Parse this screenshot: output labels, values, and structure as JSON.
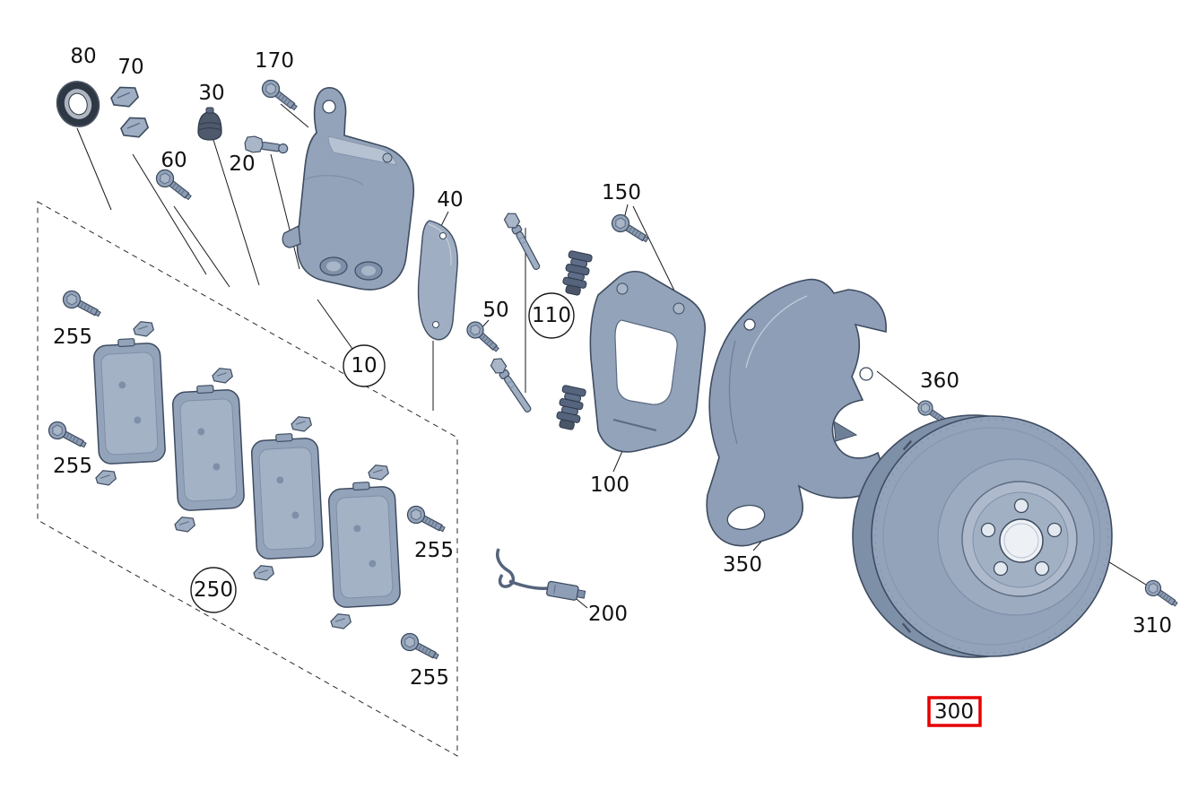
{
  "colors": {
    "part_fill": "#93a3ba",
    "part_fill_light": "#aebacb",
    "part_fill_dark": "#55637c",
    "part_outline": "#3e4c60",
    "leader_line": "#1a1a1a",
    "highlight_red": "#e60000"
  },
  "labels": [
    {
      "id": "80",
      "text": "80",
      "style": "plain"
    },
    {
      "id": "70",
      "text": "70",
      "style": "plain"
    },
    {
      "id": "30",
      "text": "30",
      "style": "plain"
    },
    {
      "id": "170",
      "text": "170",
      "style": "plain"
    },
    {
      "id": "60",
      "text": "60",
      "style": "plain"
    },
    {
      "id": "20",
      "text": "20",
      "style": "plain"
    },
    {
      "id": "40",
      "text": "40",
      "style": "plain"
    },
    {
      "id": "10",
      "text": "10",
      "style": "circled"
    },
    {
      "id": "50",
      "text": "50",
      "style": "plain"
    },
    {
      "id": "110",
      "text": "110",
      "style": "circled"
    },
    {
      "id": "150",
      "text": "150",
      "style": "plain"
    },
    {
      "id": "100",
      "text": "100",
      "style": "plain"
    },
    {
      "id": "255a",
      "text": "255",
      "style": "plain"
    },
    {
      "id": "255b",
      "text": "255",
      "style": "plain"
    },
    {
      "id": "255c",
      "text": "255",
      "style": "plain"
    },
    {
      "id": "255d",
      "text": "255",
      "style": "plain"
    },
    {
      "id": "250",
      "text": "250",
      "style": "circled"
    },
    {
      "id": "200",
      "text": "200",
      "style": "plain"
    },
    {
      "id": "350",
      "text": "350",
      "style": "plain"
    },
    {
      "id": "360",
      "text": "360",
      "style": "plain"
    },
    {
      "id": "310",
      "text": "310",
      "style": "plain"
    },
    {
      "id": "300",
      "text": "300",
      "style": "boxed-red-highlight"
    }
  ]
}
